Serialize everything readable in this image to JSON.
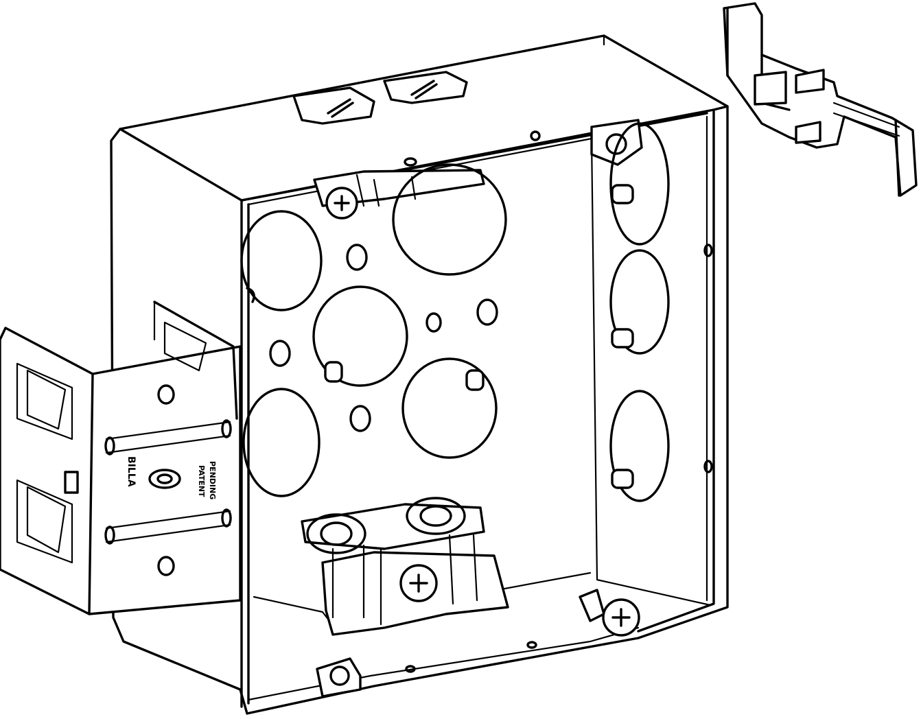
{
  "bracket_stamp": {
    "brand": "BILLA",
    "text_line_1": "PATENT",
    "text_line_2": "PENDING"
  },
  "colors": {
    "line": "#000000",
    "background": "#ffffff"
  }
}
